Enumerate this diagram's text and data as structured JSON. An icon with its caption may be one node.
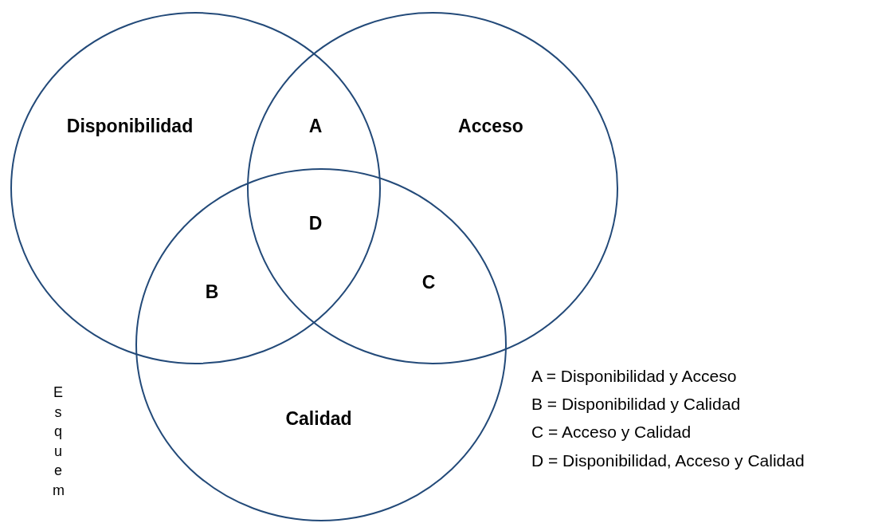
{
  "diagram": {
    "nodes": [
      {
        "text": [
          "Disponibilidad"
        ]
      },
      {
        "text": [
          "Acceso"
        ]
      },
      {
        "text": [
          "Calidad"
        ]
      }
    ],
    "edges": [],
    "labels": [
      "A",
      "D",
      "C",
      "B",
      "A = Disponibilidad y Acceso",
      "B = Disponibilidad y Calidad",
      "C = Acceso y Calidad",
      "D = Disponibilidad, Acceso y Calidad",
      "Esquem"
    ]
  }
}
